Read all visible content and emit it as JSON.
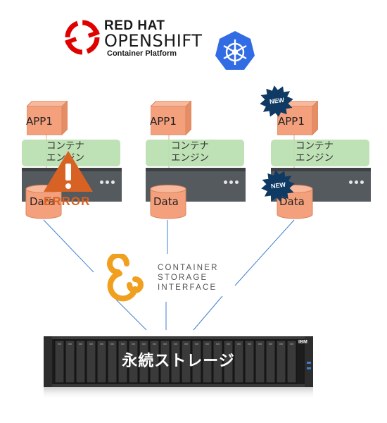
{
  "logo": {
    "brand_line1": "RED HAT",
    "brand_line2": "OPENSHIFT",
    "brand_line3": "Container Platform",
    "brand_color": "#e00000",
    "kubernetes_icon": "kubernetes-helm-icon",
    "kubernetes_color": "#326ce5"
  },
  "nodes": [
    {
      "app": "APP1",
      "engine_line1": "コンテナ",
      "engine_line2": "エンジン",
      "data": "Data",
      "status": "error",
      "error_text": "ERROR"
    },
    {
      "app": "APP1",
      "engine_line1": "コンテナ",
      "engine_line2": "エンジン",
      "data": "Data",
      "status": "ok"
    },
    {
      "app": "APP1",
      "engine_line1": "コンテナ",
      "engine_line2": "エンジン",
      "data": "Data",
      "status": "new",
      "badge_text": "NEW"
    }
  ],
  "csi": {
    "line1": "CONTAINER",
    "line2": "STORAGE",
    "line3": "INTERFACE",
    "color": "#f0a01e"
  },
  "storage": {
    "label": "永続ストレージ",
    "vendor": "IBM"
  },
  "colors": {
    "app_box": "#f4a07c",
    "engine": "#b9dfb0",
    "server": "#555a5e",
    "error": "#d86224",
    "badge": "#0f3a63",
    "connector": "#3c7fd1"
  }
}
